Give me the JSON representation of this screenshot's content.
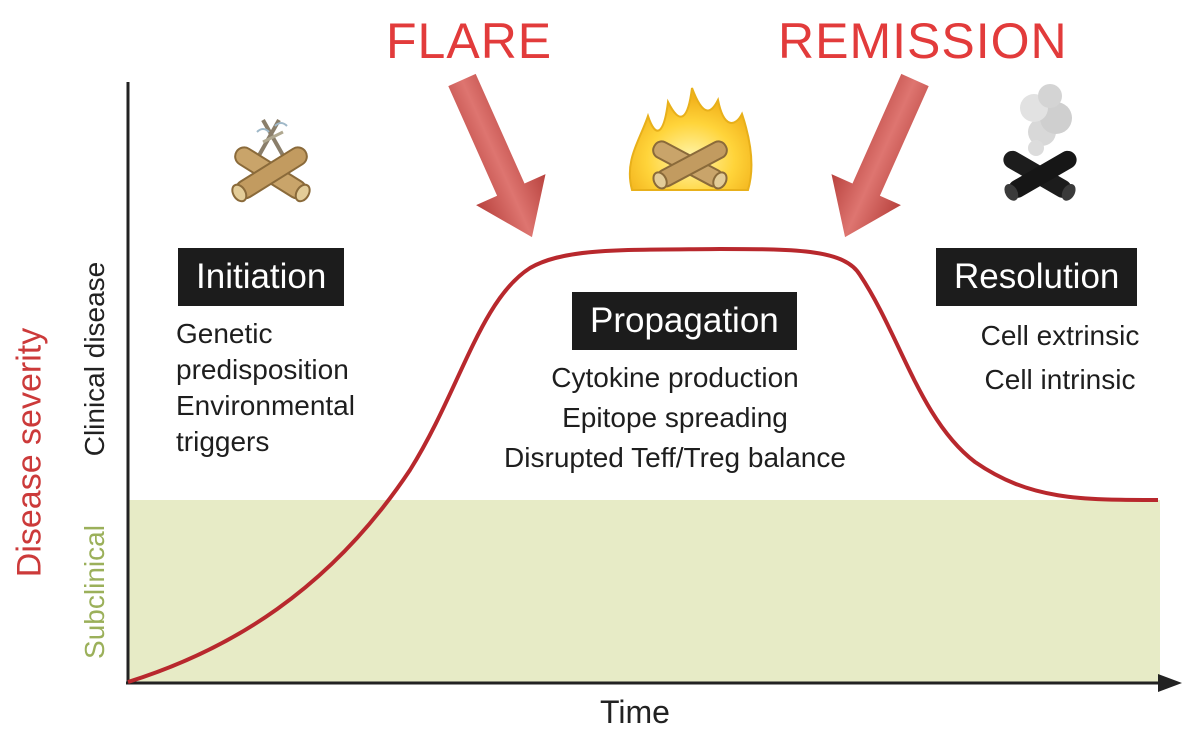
{
  "events": {
    "flare": "FLARE",
    "remission": "REMISSION"
  },
  "phases": {
    "initiation": {
      "title": "Initiation",
      "lines": [
        "Genetic",
        "predisposition",
        "Environmental",
        "triggers"
      ]
    },
    "propagation": {
      "title": "Propagation",
      "lines": [
        "Cytokine production",
        "Epitope spreading",
        "Disrupted Teff/Treg balance"
      ]
    },
    "resolution": {
      "title": "Resolution",
      "lines": [
        "Cell extrinsic",
        "Cell intrinsic"
      ]
    }
  },
  "axes": {
    "x_label": "Time",
    "y_label": "Disease severity",
    "y_zone_upper": "Clinical disease",
    "y_zone_lower": "Subclinical"
  },
  "icons": [
    "unlit-logs-icon",
    "burning-campfire-icon",
    "smoking-charred-logs-icon",
    "down-arrow-icon"
  ],
  "colors": {
    "accent_red": "#e23b3b",
    "curve": "#b8282d",
    "arrow": "#cf5a55",
    "subclinical_fill": "#e7ebc6",
    "subclinical_text": "#9bb05a",
    "label_box": "#1c1c1c"
  }
}
